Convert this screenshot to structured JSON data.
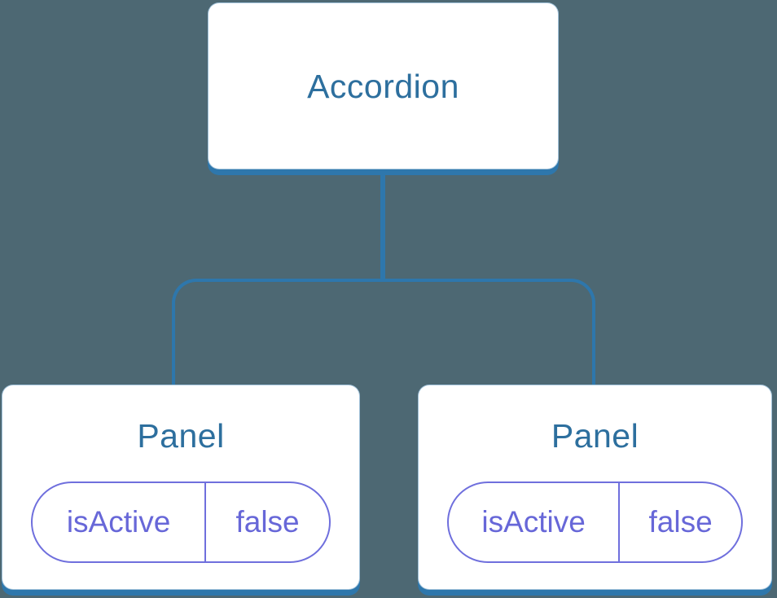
{
  "figure": {
    "type": "component-tree",
    "root": {
      "label": "Accordion"
    },
    "children": [
      {
        "label": "Panel",
        "state": {
          "name": "isActive",
          "value": "false"
        }
      },
      {
        "label": "Panel",
        "state": {
          "name": "isActive",
          "value": "false"
        }
      }
    ],
    "colors": {
      "background": "#4d6873",
      "connector_line": "#2e77ac",
      "node_fill": "#ffffff",
      "node_label_text": "#2d6f9e",
      "state_pill": "#6b6bdc"
    }
  }
}
